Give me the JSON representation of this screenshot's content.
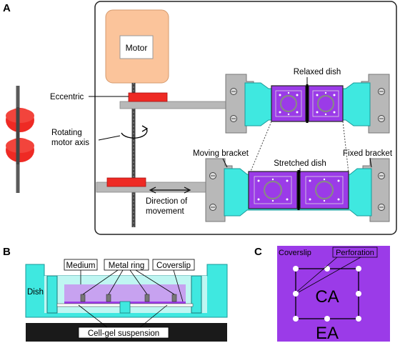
{
  "panel_a": {
    "letter": "A",
    "motor": "Motor",
    "eccentric": "Eccentric",
    "rotating_axis": [
      "Rotating",
      "motor axis"
    ],
    "relaxed_dish": "Relaxed dish",
    "moving_bracket": "Moving bracket",
    "stretched_dish": "Stretched dish",
    "fixed_bracket": "Fixed bracket",
    "direction": [
      "Direction of",
      "movement"
    ]
  },
  "panel_b": {
    "letter": "B",
    "dish": "Dish",
    "medium": "Medium",
    "metal_ring": "Metal ring",
    "coverslip": "Coverslip",
    "cell_gel": "Cell-gel suspension"
  },
  "panel_c": {
    "letter": "C",
    "coverslip": "Coverslip",
    "perforation": "Perforation",
    "ca": "CA",
    "ea": "EA"
  },
  "colors": {
    "motor": "#fbc49b",
    "eccentric_red": "#ee2a24",
    "cyan": "#3fe8e0",
    "purple": "#9b3be8",
    "bracket_gray": "#b8b8b8",
    "dark": "#1a1a1a"
  }
}
